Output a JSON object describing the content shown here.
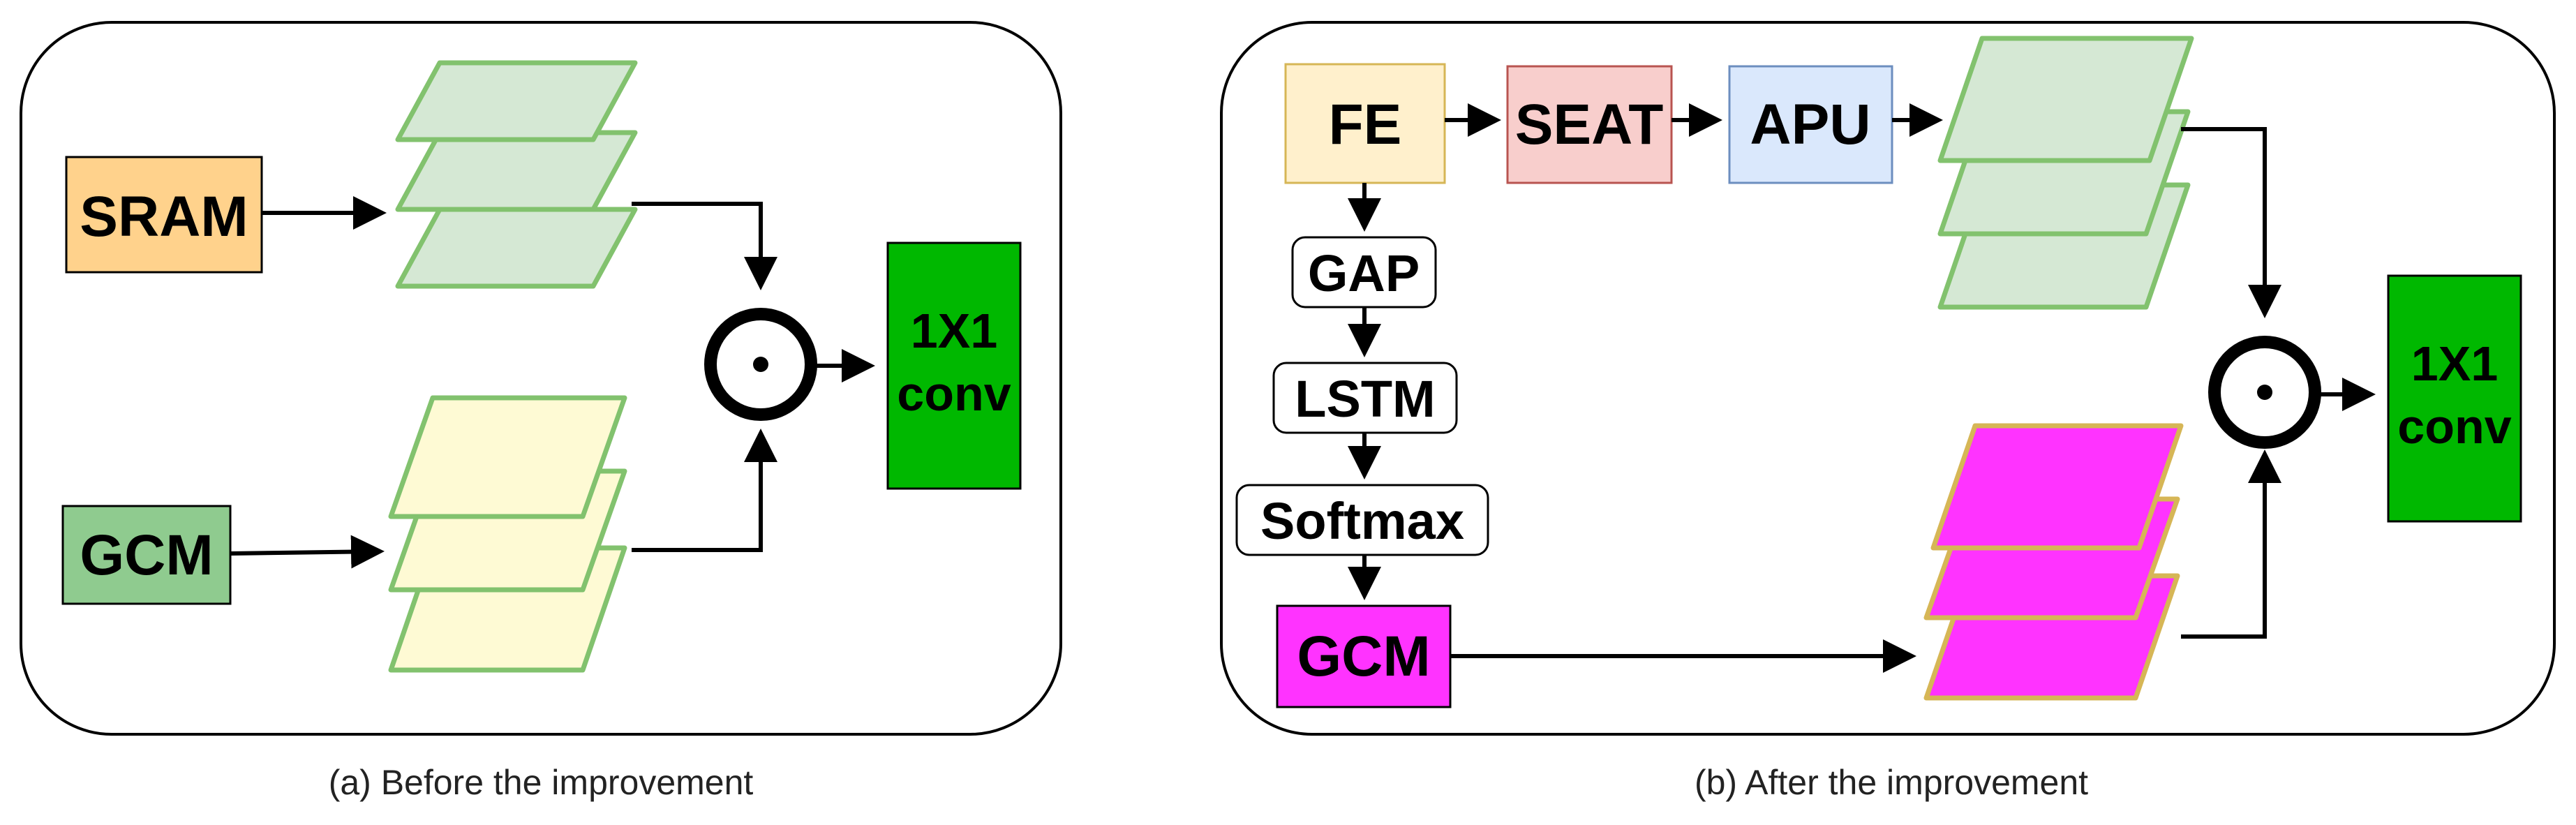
{
  "panel_a": {
    "caption": "(a) Before the improvement",
    "sram_label": "SRAM",
    "gcm_label": "GCM",
    "conv_line1": "1X1",
    "conv_line2": "conv"
  },
  "panel_b": {
    "caption": "(b) After the improvement",
    "fe_label": "FE",
    "seat_label": "SEAT",
    "apu_label": "APU",
    "gap_label": "GAP",
    "lstm_label": "LSTM",
    "softmax_label": "Softmax",
    "gcm_label": "GCM",
    "conv_line1": "1X1",
    "conv_line2": "conv"
  },
  "colors": {
    "sram_fill": "#FFD28C",
    "gcm_a_fill": "#8FCB8F",
    "fe_fill": "#FFF0CC",
    "seat_fill": "#F8CECC",
    "apu_fill": "#DAE8FC",
    "gcm_b_fill": "#FF33FF",
    "conv_fill": "#00B800",
    "green_stack_fill": "#D5E8D4",
    "green_stack_stroke": "#82C26E",
    "yellow_stack_fill": "#FEFAD4",
    "yellow_stack_stroke": "#82C26E",
    "magenta_stack_fill": "#FF33FF",
    "magenta_stack_stroke": "#D6B656"
  }
}
